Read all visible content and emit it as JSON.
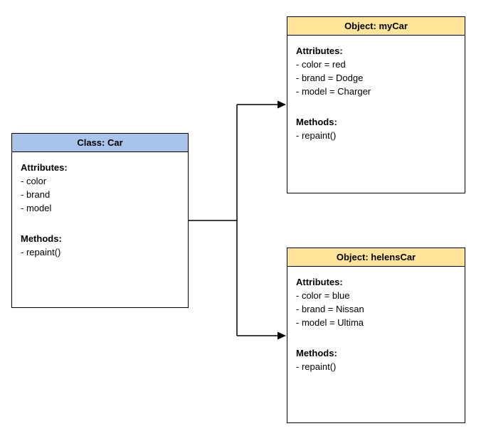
{
  "diagram": {
    "colors": {
      "class_header_fill": "#A9C4EB",
      "object_header_fill": "#FFE499",
      "border": "#000000",
      "connector": "#000000",
      "text": "#000000",
      "background": "#FFFFFF"
    },
    "class_box": {
      "title": "Class: Car",
      "attributes_label": "Attributes:",
      "attributes": [
        "- color",
        "- brand",
        "- model"
      ],
      "methods_label": "Methods:",
      "methods": [
        "- repaint()"
      ]
    },
    "object_mycar": {
      "title": "Object: myCar",
      "attributes_label": "Attributes:",
      "attributes": [
        "- color = red",
        "- brand = Dodge",
        "- model = Charger"
      ],
      "methods_label": "Methods:",
      "methods": [
        "- repaint()"
      ]
    },
    "object_helenscar": {
      "title": "Object: helensCar",
      "attributes_label": "Attributes:",
      "attributes": [
        "- color = blue",
        "- brand = Nissan",
        "- model = Ultima"
      ],
      "methods_label": "Methods:",
      "methods": [
        "- repaint()"
      ]
    }
  }
}
